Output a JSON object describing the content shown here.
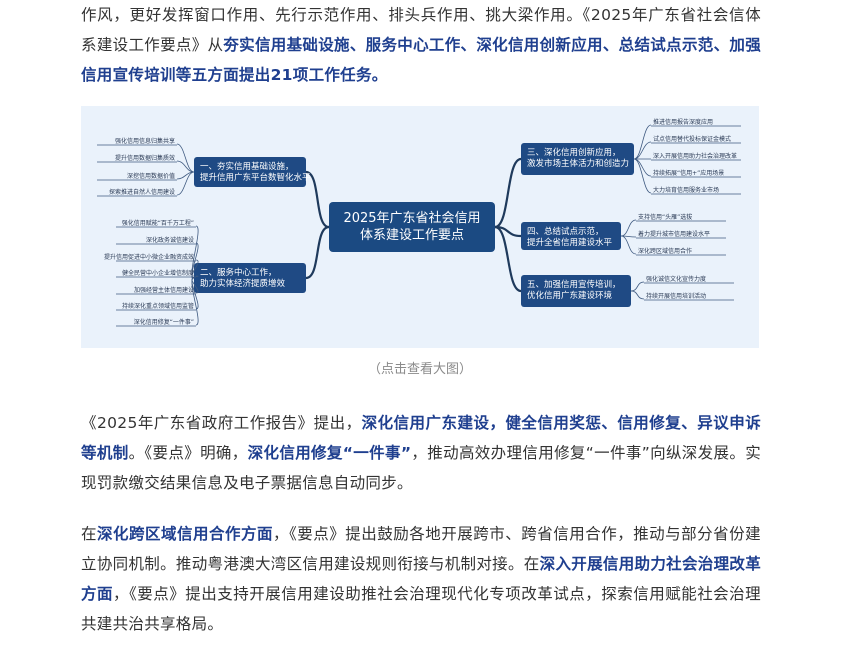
{
  "para1": {
    "t1": "作风，更好发挥窗口作用、先行示范作用、排头兵作用、挑大梁作用。《2025年广东省社会信体系建设工作要点》从",
    "h1": "夯实信用基础设施、服务中心工作、深化信用创新应用、总结试点示范、加强信用宣传培训等五方面提出21项工作任务。"
  },
  "mindmap": {
    "center": [
      "2025年广东省社会信用",
      "体系建设工作要点"
    ],
    "branches": [
      {
        "lines": [
          "一、夯实信用基础设施，",
          "提升信用广东平台数智化水平"
        ],
        "leaves": [
          "强化信用信息归集共享",
          "提升信用数据归集质效",
          "深挖信用数据价值",
          "探索推进自然人信用建设"
        ]
      },
      {
        "lines": [
          "二、服务中心工作，",
          "助力实体经济提质增效"
        ],
        "leaves": [
          "强化信用赋能“百千万工程”",
          "深化政务诚信建设",
          "提升信用促进中小微企业融资成效",
          "健全民营中小企业增信制度",
          "加强经营主体信用建设",
          "持续深化重点领域信用监管",
          "深化信用修复“一件事”"
        ]
      },
      {
        "lines": [
          "三、深化信用创新应用，",
          "激发市场主体活力和创造力"
        ],
        "leaves": [
          "推进信用报告深度应用",
          "试点信用替代投标保证金模式",
          "深入开展信用助力社会治理改革",
          "持续拓展“信用+”应用场景",
          "大力培育信用服务业市场"
        ]
      },
      {
        "lines": [
          "四、总结试点示范，",
          "提升全省信用建设水平"
        ],
        "leaves": [
          "支持信用“头雁”选拔",
          "着力提升城市信用建设水平",
          "深化跨区域信用合作"
        ]
      },
      {
        "lines": [
          "五、加强信用宣传培训，",
          "优化信用广东建设环境"
        ],
        "leaves": [
          "强化诚信文化宣传力度",
          "持续开展信用培训活动"
        ]
      }
    ],
    "colors": {
      "box": "#1f4a84",
      "background": "#eaf2fb",
      "curve": "#1f3a5c"
    }
  },
  "caption": "（点击查看大图）",
  "para2": {
    "t1": "《2025年广东省政府工作报告》提出，",
    "h1": "深化信用广东建设，健全信用奖惩、信用修复、异议申诉等机制",
    "t2": "。《要点》明确，",
    "h2": "深化信用修复“一件事”",
    "t3": "，推动高效办理信用修复“一件事”向纵深发展。实现罚款缴交结果信息及电子票据信息自动同步。"
  },
  "para3": {
    "t1": "在",
    "h1": "深化跨区域信用合作方面",
    "t2": "，《要点》提出鼓励各地开展跨市、跨省信用合作，推动与部分省份建立协同机制。推动粤港澳大湾区信用建设规则衔接与机制对接。在",
    "h2": "深入开展信用助力社会治理改革方面",
    "t3": "，《要点》提出支持开展信用建设助推社会治理现代化专项改革试点，探索信用赋能社会治理共建共治共享格局。"
  }
}
